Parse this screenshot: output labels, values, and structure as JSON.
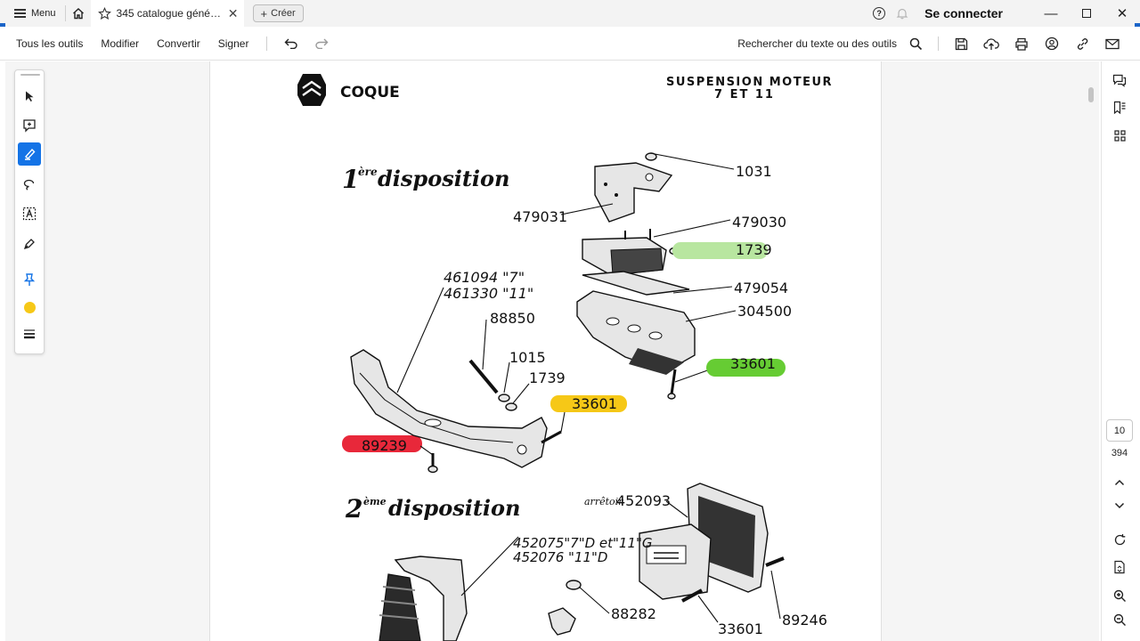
{
  "titlebar": {
    "menu_label": "Menu",
    "tab_title": "345 catalogue général...",
    "new_label": "Créer",
    "sign_in": "Se connecter"
  },
  "toolbar": {
    "all_tools": "Tous les outils",
    "edit": "Modifier",
    "convert": "Convertir",
    "sign": "Signer",
    "search_label": "Rechercher du texte ou des outils"
  },
  "navigation": {
    "current_page": "10",
    "total_pages": "394"
  },
  "colors": {
    "accent": "#1473e6",
    "highlight_color": "#f6c817"
  },
  "document": {
    "brand": "COQUE",
    "section_title_line1": "SUSPENSION MOTEUR",
    "section_title_line2": "7 ET 11",
    "disposition1": {
      "ordinal": "1",
      "suffix": "ère",
      "word": "disposition"
    },
    "disposition2": {
      "ordinal": "2",
      "suffix": "ème",
      "word": "disposition"
    },
    "labels": {
      "p1031": "1031",
      "p479031": "479031",
      "p479030": "479030",
      "p1739a": "1739",
      "p479054": "479054",
      "p304500": "304500",
      "p461094": "461094 \"7\"",
      "p461330": "461330 \"11\"",
      "p88850": "88850",
      "p1015": "1015",
      "p1739b": "1739",
      "p33601a": "33601",
      "p33601b": "33601",
      "p89239": "89239",
      "arretoir": "arrêtoir",
      "p452093": "452093",
      "p452075": "452075\"7\"D et\"11\"G",
      "p452076": "452076 \"11\"D",
      "p88282": "88282",
      "p33601c": "33601",
      "p89246": "89246"
    },
    "highlights": {
      "light_green": "#b8e6a0",
      "green": "#66cc33",
      "yellow": "#f6c817",
      "red": "#e8283a"
    }
  }
}
